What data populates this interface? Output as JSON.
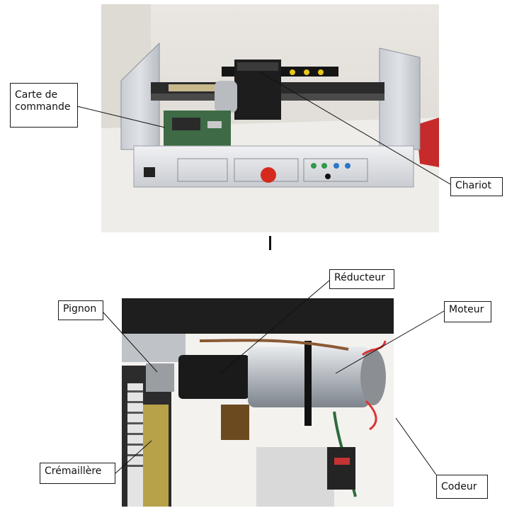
{
  "labels": {
    "carte": "Carte de\ncommande",
    "chariot": "Chariot",
    "reducteur": "Réducteur",
    "pignon": "Pignon",
    "moteur": "Moteur",
    "cremaillere": "Crémaillère",
    "codeur": "Codeur"
  }
}
